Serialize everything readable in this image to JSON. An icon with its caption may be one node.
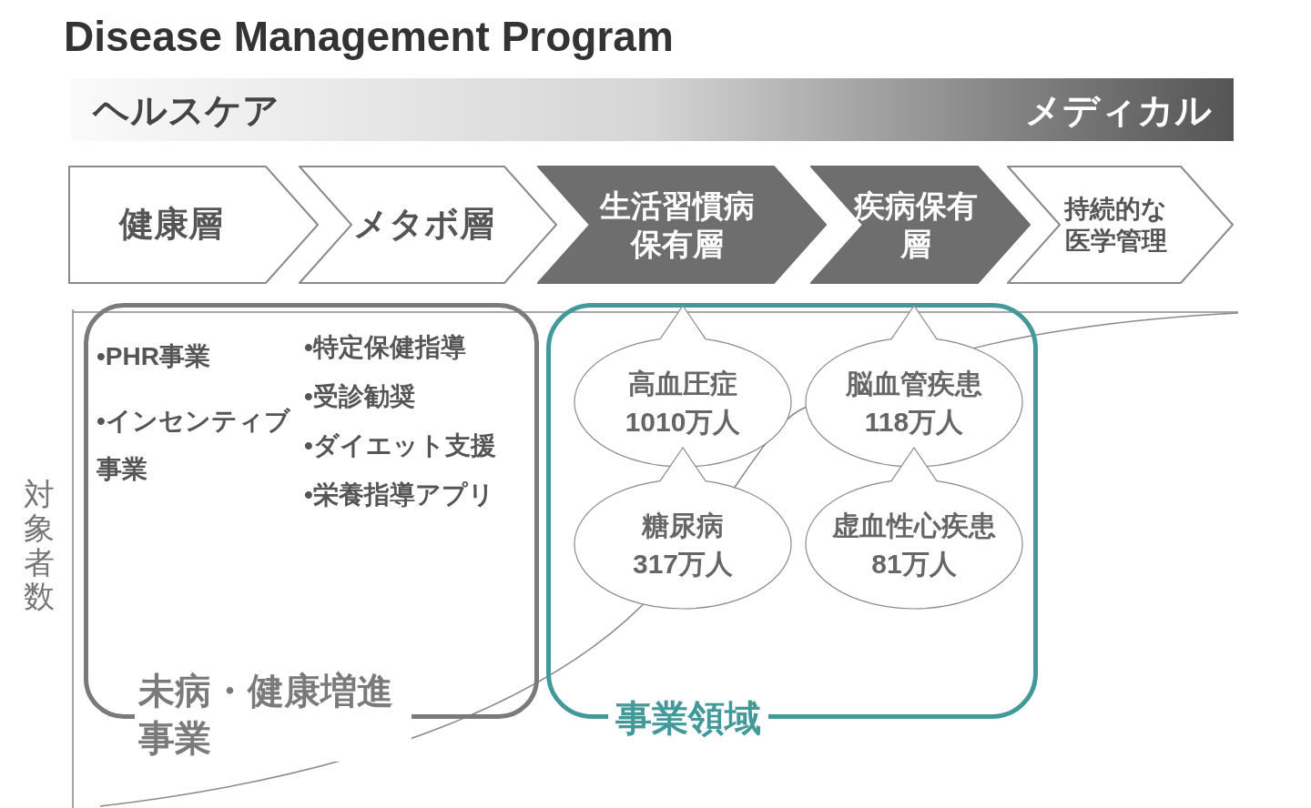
{
  "diagram": {
    "title": "Disease Management Program",
    "nodes": [
      {
        "text": [
          "ヘルスケア",
          "メディカル"
        ]
      },
      {
        "text": [
          "健康層"
        ]
      },
      {
        "text": [
          "メタボ層"
        ]
      },
      {
        "text": [
          "生活習慣病保有層"
        ]
      },
      {
        "text": [
          "疾病保有層"
        ]
      },
      {
        "text": [
          "持続的な医学管理"
        ]
      },
      {
        "text": [
          "•PHR事業",
          "•インセンティブ事業",
          "•特定保健指導",
          "•受診勧奨",
          "•ダイエット支援",
          "•栄養指導アプリ",
          "未病・健康増進事業"
        ]
      },
      {
        "text": [
          "事業領域"
        ]
      },
      {
        "text": [
          "高血圧症",
          "1010万人"
        ],
        "in": 7
      },
      {
        "text": [
          "脳血管疾患",
          "118万人"
        ],
        "in": 7
      },
      {
        "text": [
          "糖尿病",
          "317万人"
        ],
        "in": 7
      },
      {
        "text": [
          "虚血性心疾患",
          "81万人"
        ],
        "in": 7
      }
    ],
    "labels": [
      "対象者数"
    ]
  }
}
